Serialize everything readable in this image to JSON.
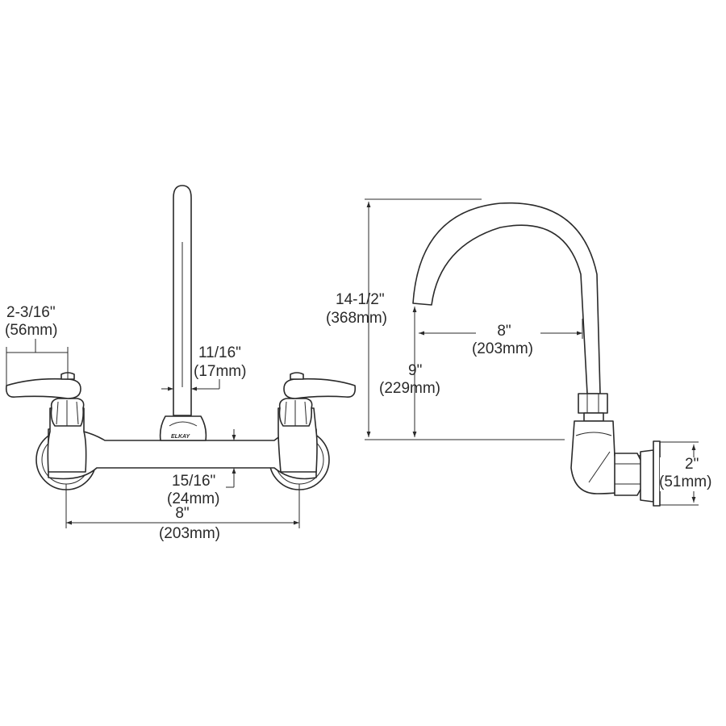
{
  "brand": {
    "logo_text": "ELKAY"
  },
  "front_view": {
    "handle_width": {
      "imperial": "2-3/16\"",
      "metric": "(56mm)"
    },
    "spout_diameter": {
      "imperial": "11/16\"",
      "metric": "(17mm)"
    },
    "body_height": {
      "imperial": "15/16\"",
      "metric": "(24mm)"
    },
    "center_spread": {
      "imperial": "8\"",
      "metric": "(203mm)"
    }
  },
  "side_view": {
    "overall_height": {
      "imperial": "14-1/2\"",
      "metric": "(368mm)"
    },
    "spout_height": {
      "imperial": "9\"",
      "metric": "(229mm)"
    },
    "spout_reach": {
      "imperial": "8\"",
      "metric": "(203mm)"
    },
    "flange_diameter": {
      "imperial": "2\"",
      "metric": "(51mm)"
    }
  }
}
